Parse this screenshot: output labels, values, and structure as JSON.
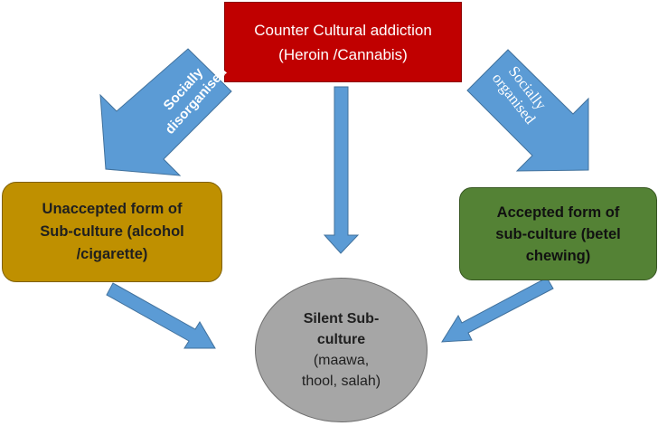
{
  "diagram": {
    "top_box": {
      "line1": "Counter Cultural addiction",
      "line2": "(Heroin /Cannabis)",
      "color": "#c00000"
    },
    "left_box": {
      "line1": "Unaccepted form of",
      "line2": "Sub-culture (alcohol",
      "line3": "/cigarette)",
      "color": "#bf9000"
    },
    "right_box": {
      "line1": "Accepted form of",
      "line2": "sub-culture (betel",
      "line3": "chewing)",
      "color": "#548235"
    },
    "center": {
      "line1": "Silent Sub-",
      "line2": "culture",
      "line3": "(maawa,",
      "line4": "thool, salah)",
      "color": "#a6a6a6"
    },
    "arrow_left_label": {
      "line1": "Socially",
      "line2": "disorganised"
    },
    "arrow_right_label": {
      "line1": "Socially",
      "line2": "organised"
    },
    "arrow_color": "#5b9bd5"
  }
}
